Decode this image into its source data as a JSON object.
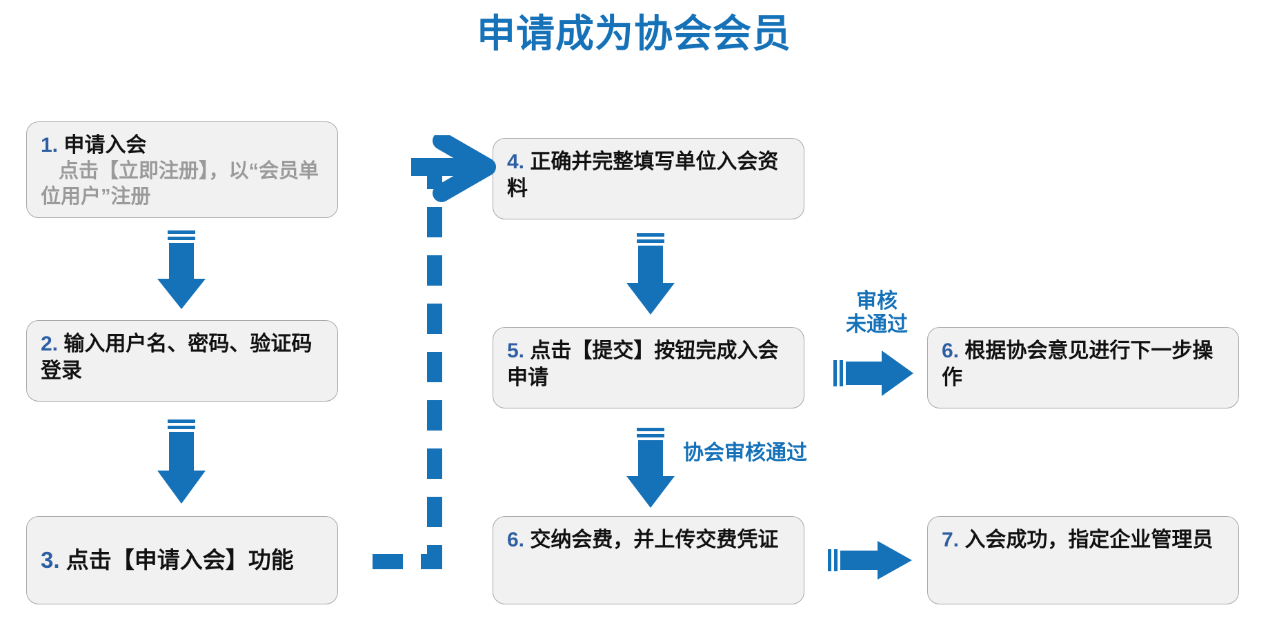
{
  "title": "申请成为协会会员",
  "colors": {
    "accent_blue": "#1571b8",
    "number_blue": "#2e5fa3",
    "box_fill": "#f1f1f1",
    "box_border": "#a6a6a6",
    "muted_text": "#9a9a9a",
    "text": "#111111"
  },
  "nodes": {
    "step1": {
      "number": "1.",
      "headline": "申请入会",
      "sub": "点击【立即注册】，以“会员单位用户”注册"
    },
    "step2": {
      "number": "2.",
      "text": "输入用户名、密码、验证码登录"
    },
    "step3": {
      "number": "3.",
      "text": "点击【申请入会】功能"
    },
    "step4": {
      "number": "4.",
      "text": "正确并完整填写单位入会资料"
    },
    "step5": {
      "number": "5.",
      "text": "点击【提交】按钮完成入会申请"
    },
    "step6_reject": {
      "number": "6.",
      "text": "根据协会意见进行下一步操作"
    },
    "step6_pay": {
      "number": "6.",
      "text": "交纳会费，并上传交费凭证"
    },
    "step7": {
      "number": "7.",
      "text": "入会成功，指定企业管理员"
    }
  },
  "edge_labels": {
    "reject": "审核\n未通过",
    "pass": "协会审核通过"
  },
  "connectors": [
    {
      "name": "arrow-step1-to-step2",
      "type": "arrow-down"
    },
    {
      "name": "arrow-step2-to-step3",
      "type": "arrow-down"
    },
    {
      "name": "dashed-connector-step3-to-step4",
      "type": "dashed-elbow-arrow-right"
    },
    {
      "name": "arrow-step4-to-step5",
      "type": "arrow-down"
    },
    {
      "name": "arrow-step5-to-step6-reject",
      "type": "arrow-right"
    },
    {
      "name": "arrow-step5-to-step6-pay",
      "type": "arrow-down"
    },
    {
      "name": "arrow-step6-pay-to-step7",
      "type": "arrow-right"
    }
  ]
}
